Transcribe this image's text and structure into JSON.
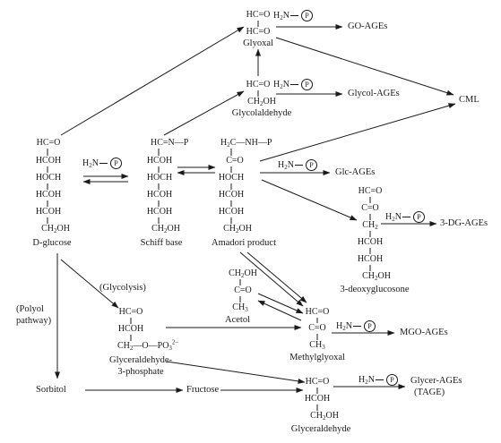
{
  "reagent": {
    "h2n": "H2N",
    "protein": "P"
  },
  "glucose": {
    "structure": [
      "HC=O",
      "HCOH",
      "HOCH",
      "HCOH",
      "HCOH",
      "CH2OH"
    ],
    "label": "D-glucose"
  },
  "schiff": {
    "structure": [
      "HC=N—P",
      "HCOH",
      "HOCH",
      "HCOH",
      "HCOH",
      "CH2OH"
    ],
    "label": "Schiff base"
  },
  "amadori": {
    "structure": [
      "H2C—NH—P",
      "C=O",
      "HOCH",
      "HCOH",
      "HCOH",
      "CH2OH"
    ],
    "label": "Amadori product"
  },
  "glyoxal": {
    "structure": [
      "HC=O",
      "HC=O"
    ],
    "label": "Glyoxal"
  },
  "glycolaldehyde": {
    "structure": [
      "HC=O",
      "CH2OH"
    ],
    "label": "Glycolaldehyde"
  },
  "deoxyglucosone": {
    "structure": [
      "HC=O",
      "C=O",
      "CH2",
      "HCOH",
      "HCOH",
      "CH2OH"
    ],
    "label": "3-deoxyglucosone"
  },
  "acetol": {
    "structure": [
      "CH2OH",
      "C=O",
      "CH3"
    ],
    "label": "Acetol"
  },
  "methylglyoxal": {
    "structure": [
      "HC=O",
      "C=O",
      "CH3"
    ],
    "label": "Methylglyoxal"
  },
  "g3p": {
    "structure": [
      "HC=O",
      "HCOH",
      "CH2—O—PO32−"
    ],
    "label_line1": "Glyceraldehyde-",
    "label_line2": "3-phosphate"
  },
  "glyceraldehyde": {
    "structure": [
      "HC=O",
      "HCOH",
      "CH2OH"
    ],
    "label": "Glyceraldehyde"
  },
  "sorbitol": "Sorbitol",
  "fructose": "Fructose",
  "polyol": [
    "(Polyol",
    "pathway)"
  ],
  "glycolysis": "(Glycolysis)",
  "products": {
    "go_ages": "GO-AGEs",
    "glycol_ages": "Glycol-AGEs",
    "cml": "CML",
    "glc_ages": "Glc-AGEs",
    "dg_ages": "3-DG-AGEs",
    "mgo_ages": "MGO-AGEs",
    "glycer_ages": "Glycer-AGEs",
    "tage": "(TAGE)"
  }
}
